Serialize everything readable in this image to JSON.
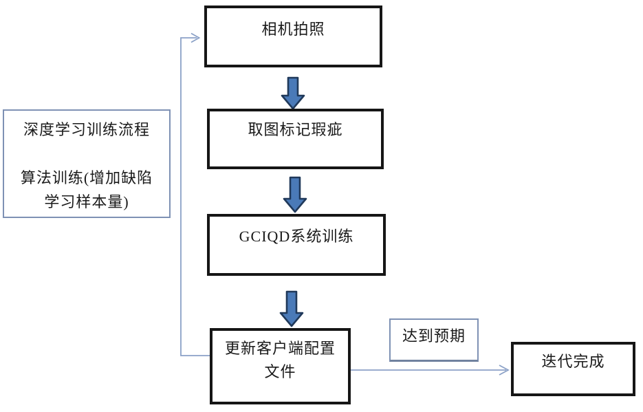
{
  "diagram": {
    "type": "flowchart",
    "nodes": {
      "camera": {
        "label": "相机拍照"
      },
      "mark": {
        "label": "取图标记瑕疵"
      },
      "train": {
        "label": "GCIQD系统训练"
      },
      "update": {
        "label": "更新客户端配置\n文件"
      },
      "expect": {
        "label": "达到预期"
      },
      "done": {
        "label": "迭代完成"
      },
      "note": {
        "label": "深度学习训练流程\n\n算法训练(增加缺陷\n学习样本量)"
      }
    },
    "edges": [
      {
        "from": "camera",
        "to": "mark",
        "style": "block-arrow-down"
      },
      {
        "from": "mark",
        "to": "train",
        "style": "block-arrow-down"
      },
      {
        "from": "train",
        "to": "update",
        "style": "block-arrow-down"
      },
      {
        "from": "update",
        "to": "camera",
        "style": "thin-feedback-loop"
      },
      {
        "from": "update",
        "to": "done",
        "style": "thin-arrow-right",
        "label": "达到预期"
      }
    ],
    "colors": {
      "block_arrow_fill": "#4a7ab8",
      "block_arrow_stroke": "#20395a",
      "connector_stroke": "#8ba1c7",
      "thick_box_border": "#161616",
      "thin_box_border": "#7e91b4",
      "text": "#1a1a1a",
      "background": "#ffffff"
    }
  }
}
